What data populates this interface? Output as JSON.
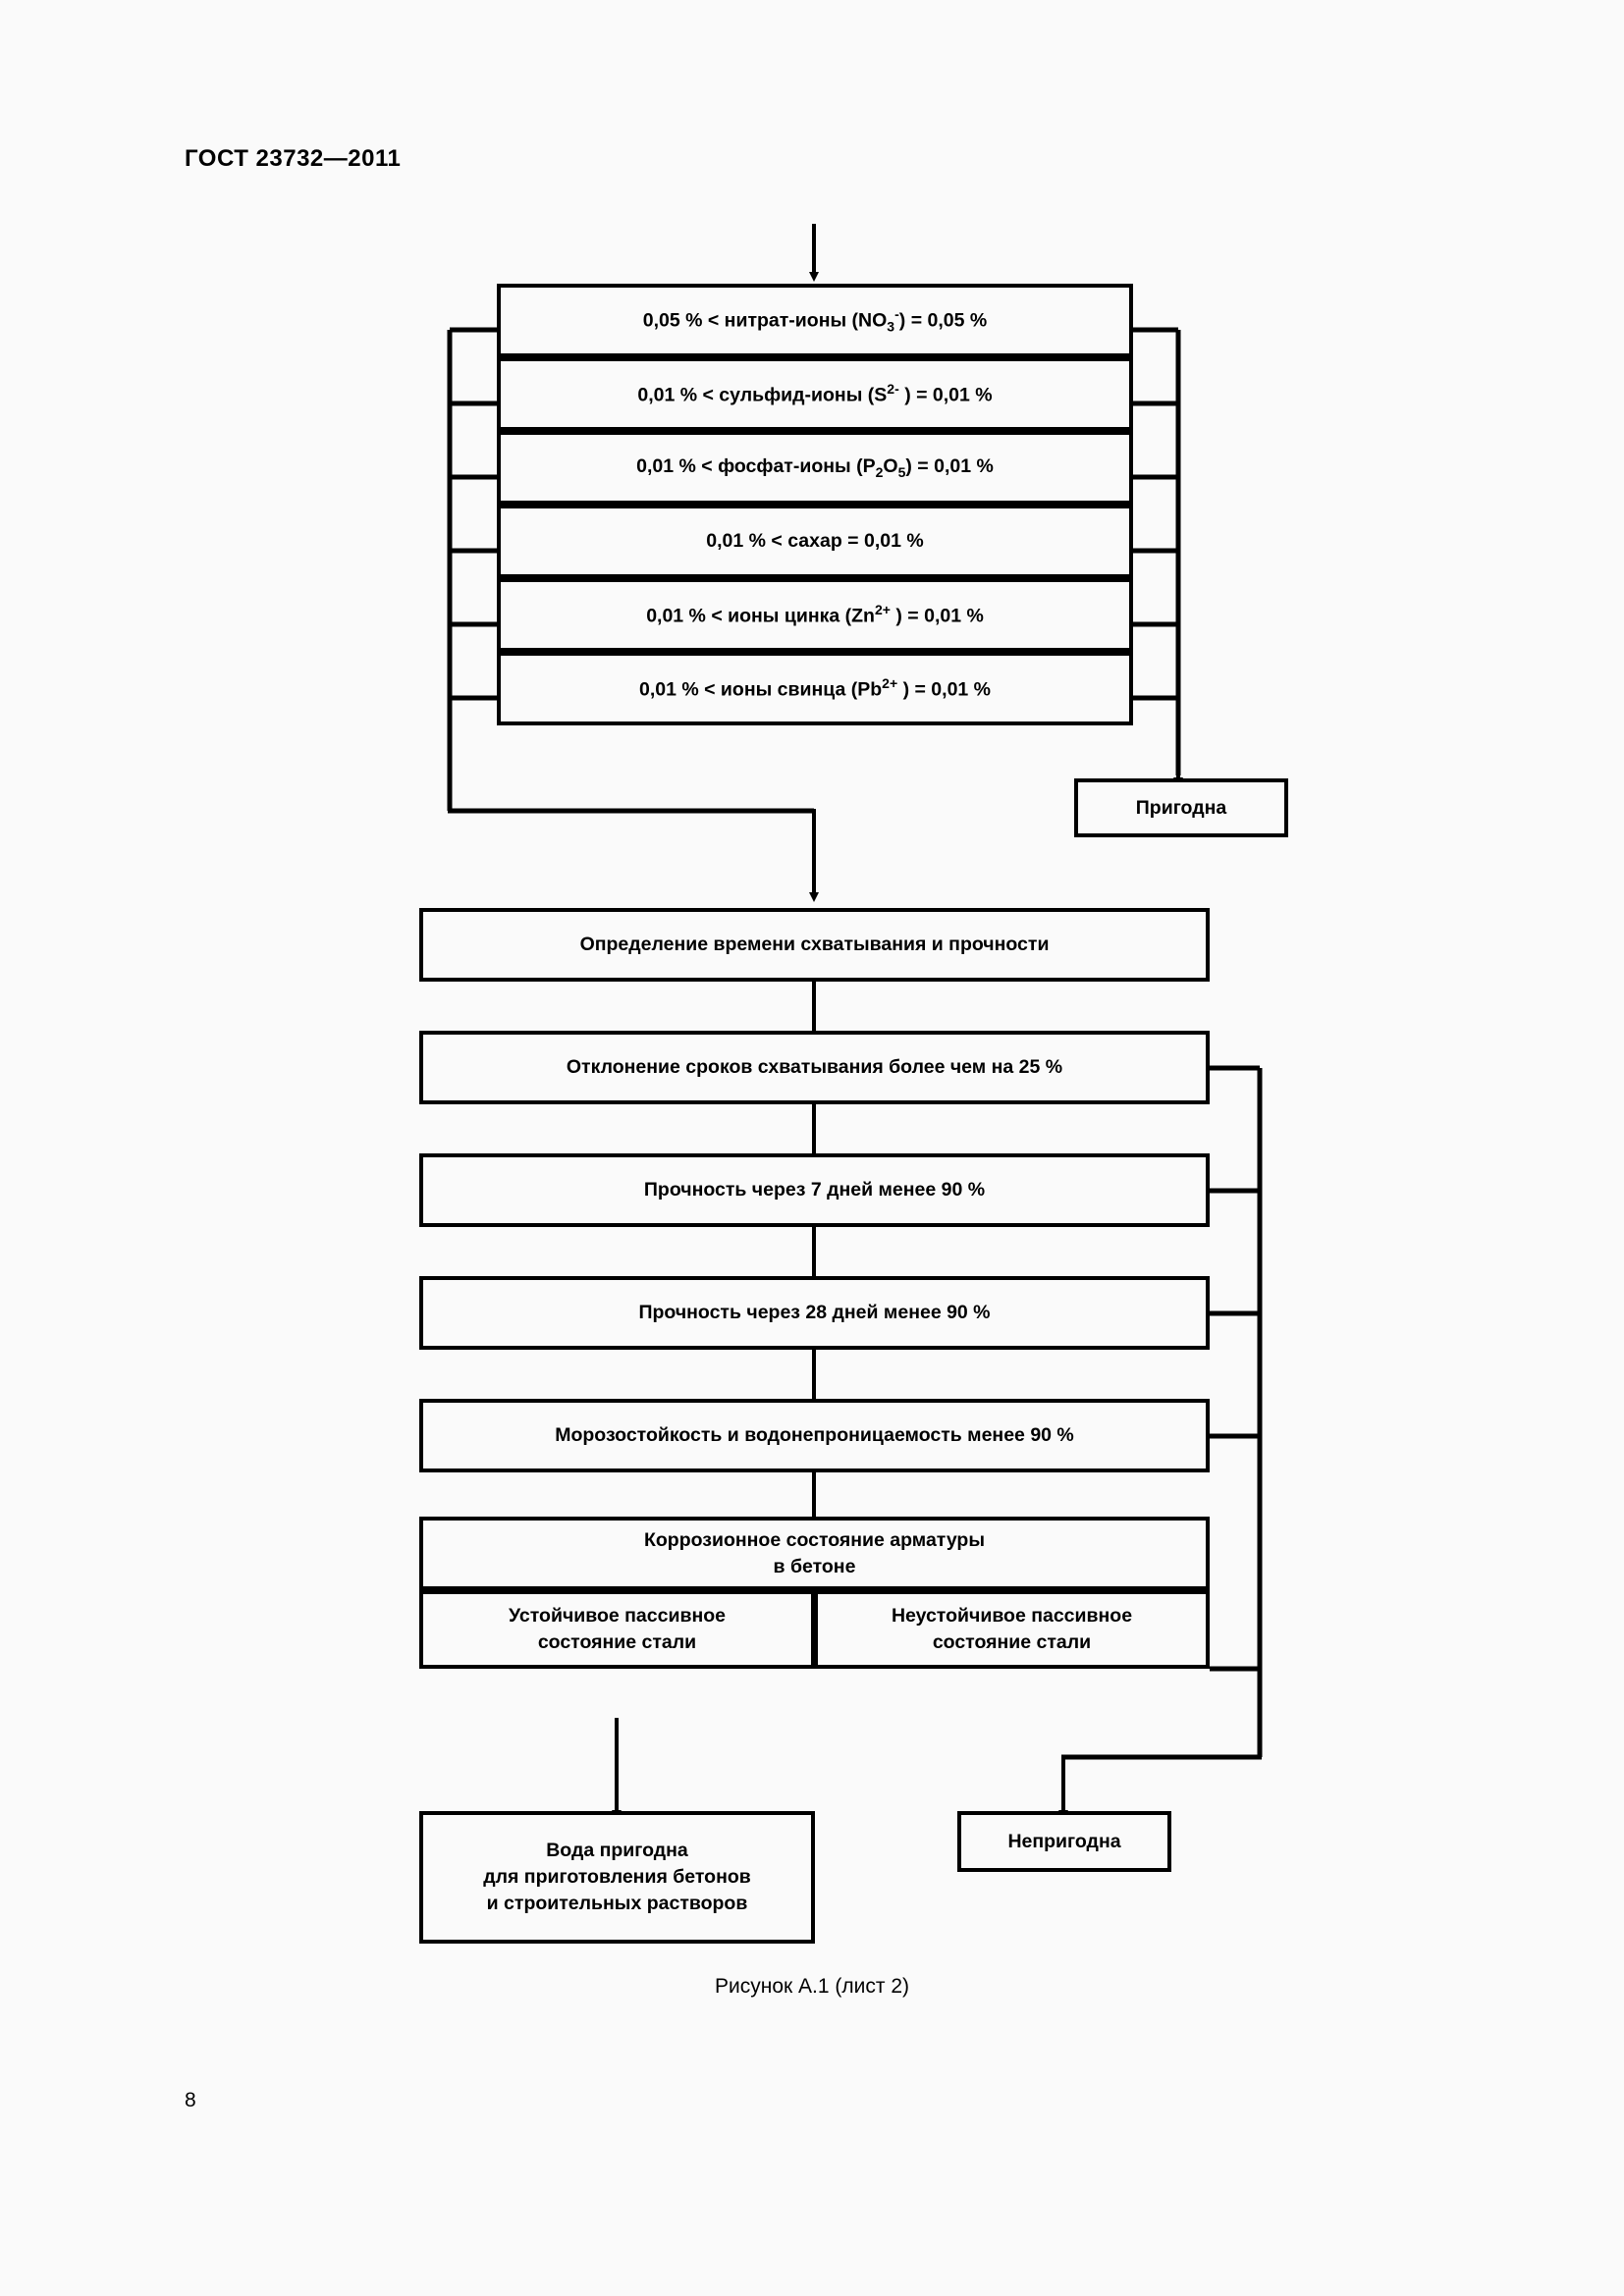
{
  "document": {
    "header": "ГОСТ 23732—2011",
    "page_number": "8",
    "figure_caption": "Рисунок А.1 (лист 2)"
  },
  "diagram": {
    "criteria_stack": [
      {
        "id": "nitrate",
        "prefix": "0,05 % < нитрат-ионы (NO",
        "sub": "3",
        "sup": "-",
        "suffix": ") = 0,05 %",
        "plain": "0,05 % < нитрат-ионы (NO3-) = 0,05 %"
      },
      {
        "id": "sulfide",
        "prefix": "0,01 % < сульфид-ионы (S",
        "sub": "",
        "sup": "2-",
        "suffix": " ) = 0,01 %",
        "plain": "0,01 % < сульфид-ионы (S2- ) = 0,01 %"
      },
      {
        "id": "phosphate",
        "prefix": "0,01 % < фосфат-ионы (P",
        "sub": "2",
        "sup": "",
        "mid": "O",
        "sub2": "5",
        "suffix": ") = 0,01 %",
        "plain": "0,01 % < фосфат-ионы (P2O5) = 0,01 %"
      },
      {
        "id": "sugar",
        "prefix": "0,01 % < сахар = 0,01 %",
        "sub": "",
        "sup": "",
        "suffix": "",
        "plain": "0,01 % < сахар = 0,01 %"
      },
      {
        "id": "zinc",
        "prefix": "0,01 % < ионы цинка (Zn",
        "sub": "",
        "sup": "2+",
        "suffix": " ) = 0,01 %",
        "plain": "0,01 % < ионы цинка (Zn2+ ) = 0,01 %"
      },
      {
        "id": "lead",
        "prefix": "0,01 % < ионы свинца (Pb",
        "sub": "",
        "sup": "2+",
        "suffix": " ) = 0,01 %",
        "plain": "0,01 % < ионы свинца (Pb2+ ) = 0,01 %"
      }
    ],
    "suitable_box": "Пригодна",
    "determination_box": "Определение времени схватывания и прочности",
    "test_stack": [
      "Отклонение сроков схватывания более чем на 25 %",
      "Прочность через 7 дней менее 90 %",
      "Прочность через 28 дней менее 90 %",
      "Морозостойкость и водонепроницаемость менее 90 %"
    ],
    "corrosion_box": "Коррозионное состояние арматуры\nв бетоне",
    "corrosion_left": "Устойчивое пассивное\nсостояние стали",
    "corrosion_right": "Неустойчивое пассивное\nсостояние стали",
    "water_suitable_box": "Вода пригодна\nдля приготовления бетонов\nи строительных растворов",
    "unsuitable_box": "Непригодна"
  },
  "colors": {
    "line": "#000000",
    "page_background": "#fafafa",
    "box_fill": "#fafafa"
  }
}
